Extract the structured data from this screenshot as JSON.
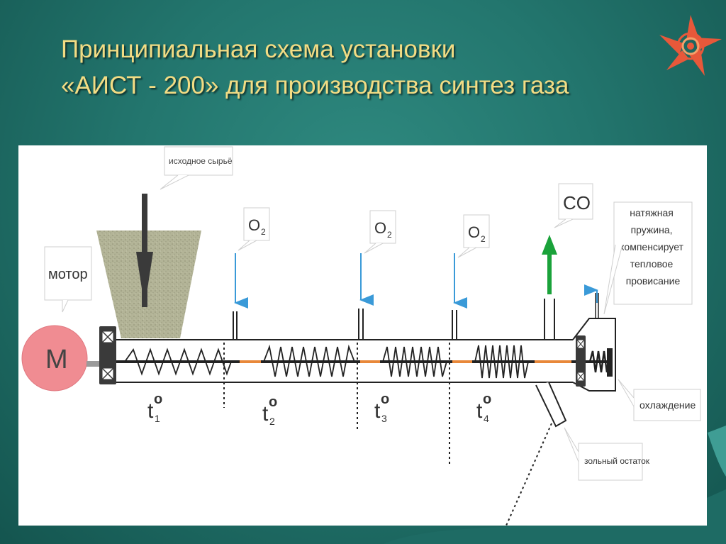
{
  "slide": {
    "title_line1": "Принципиальная схема установки",
    "title_line2": "«АИСТ - 200» для производства синтез газа"
  },
  "diagram": {
    "motor_label": "мотор",
    "motor_letter": "M",
    "feed_label": "исходное сырьё",
    "oxygen_labels": [
      {
        "main": "O",
        "sub": "2"
      },
      {
        "main": "O",
        "sub": "2"
      },
      {
        "main": "O",
        "sub": "2"
      }
    ],
    "co_label": "CO",
    "spring_label": [
      "натяжная",
      "пружина,",
      "компенсирует",
      "тепловое",
      "провисание"
    ],
    "cooling_label": "охлаждение",
    "ash_label": "зольный остаток",
    "temperatures": [
      {
        "t": "t",
        "deg": "o",
        "sub": "1"
      },
      {
        "t": "t",
        "deg": "o",
        "sub": "2"
      },
      {
        "t": "t",
        "deg": "o",
        "sub": "3"
      },
      {
        "t": "t",
        "deg": "o",
        "sub": "4"
      }
    ]
  },
  "colors": {
    "title": "#f2dc84",
    "motor_fill": "#f08c92",
    "oxygen_arrow": "#3a9ad8",
    "co_arrow": "#1aa23a",
    "hopper": "#b6b79a"
  }
}
